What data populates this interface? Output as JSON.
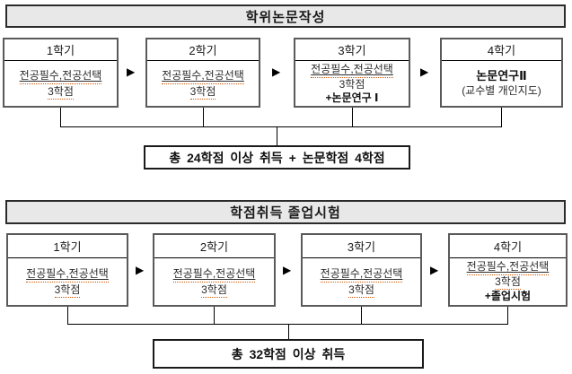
{
  "section1": {
    "title": "학위논문작성",
    "boxes": [
      {
        "header": "1학기",
        "line1": "전공필수,전공선택",
        "line2": "3학점"
      },
      {
        "header": "2학기",
        "line1": "전공필수,전공선택",
        "line2": "3학점"
      },
      {
        "header": "3학기",
        "line1": "전공필수,전공선택",
        "line2": "3학점",
        "line3": "+논문연구 Ⅰ"
      },
      {
        "header": "4학기",
        "line1": "논문연구Ⅱ",
        "line2": "(교수별 개인지도)"
      }
    ],
    "summary": "총 24학점 이상 취득 + 논문학점 4학점"
  },
  "section2": {
    "title": "학점취득 졸업시험",
    "boxes": [
      {
        "header": "1학기",
        "line1": "전공필수,전공선택",
        "line2": "3학점"
      },
      {
        "header": "2학기",
        "line1": "전공필수,전공선택",
        "line2": "3학점"
      },
      {
        "header": "3학기",
        "line1": "전공필수,전공선택",
        "line2": "3학점"
      },
      {
        "header": "4학기",
        "line1": "전공필수,전공선택",
        "line2": "3학점",
        "line3": "+졸업시험"
      }
    ],
    "summary": "총 32학점 이상 취득"
  },
  "icons": {
    "arrow_right": "▶"
  },
  "colors": {
    "header_fill": "#e8e8e8",
    "box_border": "#5a5a5a",
    "summary_border": "#1a1a1a",
    "squiggle": "#d45500",
    "text": "#1a1a1a"
  }
}
